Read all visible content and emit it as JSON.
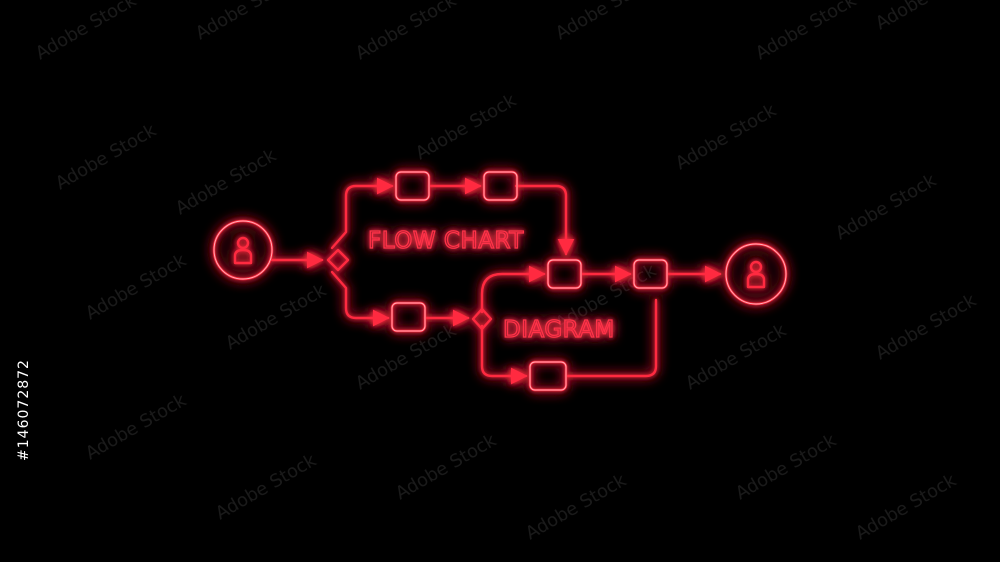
{
  "diagram": {
    "title_main": "FLOW CHART",
    "title_sub": "DIAGRAM",
    "start_node_icon": "person-icon",
    "end_node_icon": "person-icon",
    "accent_color": "#ff2a40",
    "background_color": "#000000"
  },
  "watermark": {
    "text": "Adobe Stock",
    "stock_id": "#146072872"
  }
}
